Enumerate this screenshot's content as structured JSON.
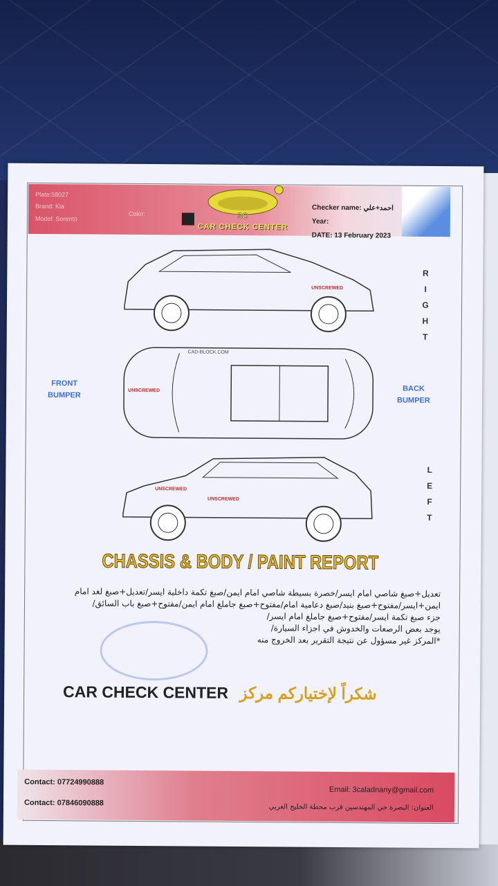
{
  "header": {
    "plate": "Plate:58027",
    "brand": "Brand: Kia",
    "model": "Model: Sorento",
    "color_label": "Color:",
    "color_value": "#222222",
    "logo_badge": "3C",
    "logo_text": "CAR CHECK CENTER",
    "checker": "Checker name: احمد+علي",
    "year": "Year:",
    "date": "DATE: 13 February 2023"
  },
  "diagram": {
    "right_label": [
      "R",
      "I",
      "G",
      "H",
      "T"
    ],
    "left_label": [
      "L",
      "E",
      "F",
      "T"
    ],
    "front_bumper": [
      "FRONT",
      "BUMPER"
    ],
    "back_bumper": [
      "BACK",
      "BUMPER"
    ],
    "watermark": "CAD-BLOCK.COM",
    "marks": {
      "unscrewed": "UNSCREWED"
    }
  },
  "report_title": "CHASSIS & BODY / PAINT REPORT",
  "notes": [
    "تعديل+صبغ شاصي امام ايسر/خصرة بسيطة شاصي امام ايمن/صبغ تكمة داخلية ايسر/تعديل+صبغ لغد امام",
    "ايمن+ايسر/مفتوح+صبغ بنيد/صبغ دعامية امام/مفتوح+صبغ جاملغ امام ايمن/مفتوح+صبغ باب السائق/",
    "جزء صبغ تكمة ايسر/مفتوح+صبغ جاملغ امام ايسر/",
    "يوجد بعض الرصعات والخدوش في اجزاء السيارة/",
    "*المركز غير مسؤول عن نتيجة التقرير بعد الخروج منه"
  ],
  "thanks": {
    "en": "CAR CHECK CENTER",
    "ar": "شكراً لإختياركم مركز"
  },
  "footer": {
    "contact1": "Contact: 07724990888",
    "contact2": "Contact: 07846090888",
    "email": "Email: 3caladnany@gmail.com",
    "address": "العنوان: البصرة حي المهندسين قرب محطة الخليج العربي"
  }
}
